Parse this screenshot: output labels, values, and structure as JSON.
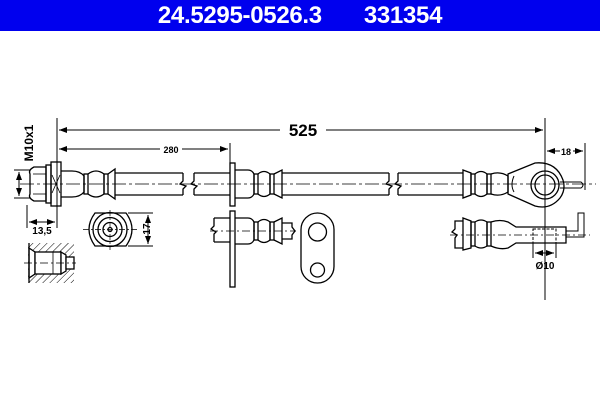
{
  "header": {
    "part_number": "24.5295-0526.3",
    "ref_number": "331354",
    "background": "#0000ee",
    "text_color": "#ffffff"
  },
  "drawing": {
    "type": "technical-drawing",
    "subject": "brake hose",
    "dimensions": {
      "total_length": "525",
      "bracket_position": "280",
      "thread": "M10x1",
      "fitting_length": "13,5",
      "bracket_height": "17",
      "eye_offset": "18",
      "eye_bore": "Ø10"
    }
  }
}
